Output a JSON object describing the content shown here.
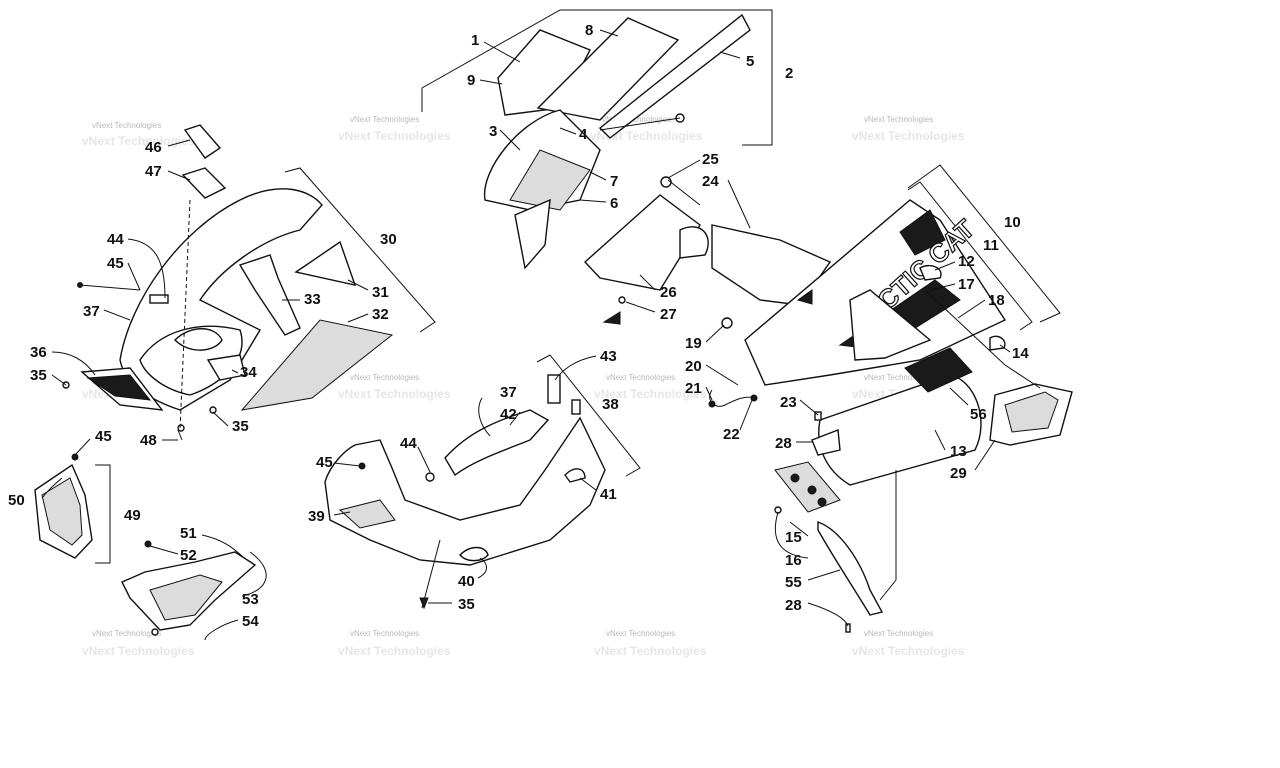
{
  "watermark": {
    "text": "vNext Technologies",
    "positions_note": ""
  },
  "brand_logo_text": "ARCTIC CAT",
  "callouts": {
    "c1": "1",
    "c2": "2",
    "c3": "3",
    "c4": "4",
    "c5": "5",
    "c6": "6",
    "c7": "7",
    "c8": "8",
    "c9": "9",
    "c10": "10",
    "c11": "11",
    "c12": "12",
    "c13": "13",
    "c14": "14",
    "c15": "15",
    "c16": "16",
    "c17": "17",
    "c18": "18",
    "c19": "19",
    "c20": "20",
    "c21": "21",
    "c22": "22",
    "c23": "23",
    "c24": "24",
    "c25": "25",
    "c26": "26",
    "c27": "27",
    "c28a": "28",
    "c28b": "28",
    "c29": "29",
    "c30": "30",
    "c31": "31",
    "c32": "32",
    "c33": "33",
    "c34": "34",
    "c35a": "35",
    "c35b": "35",
    "c35c": "35",
    "c36": "36",
    "c37a": "37",
    "c37b": "37",
    "c38": "38",
    "c39": "39",
    "c40": "40",
    "c41": "41",
    "c42": "42",
    "c43": "43",
    "c44a": "44",
    "c44b": "44",
    "c45a": "45",
    "c45b": "45",
    "c45c": "45",
    "c46": "46",
    "c47": "47",
    "c48": "48",
    "c49": "49",
    "c50": "50",
    "c51": "51",
    "c52": "52",
    "c53": "53",
    "c54": "54",
    "c55": "55",
    "c56": "56"
  }
}
